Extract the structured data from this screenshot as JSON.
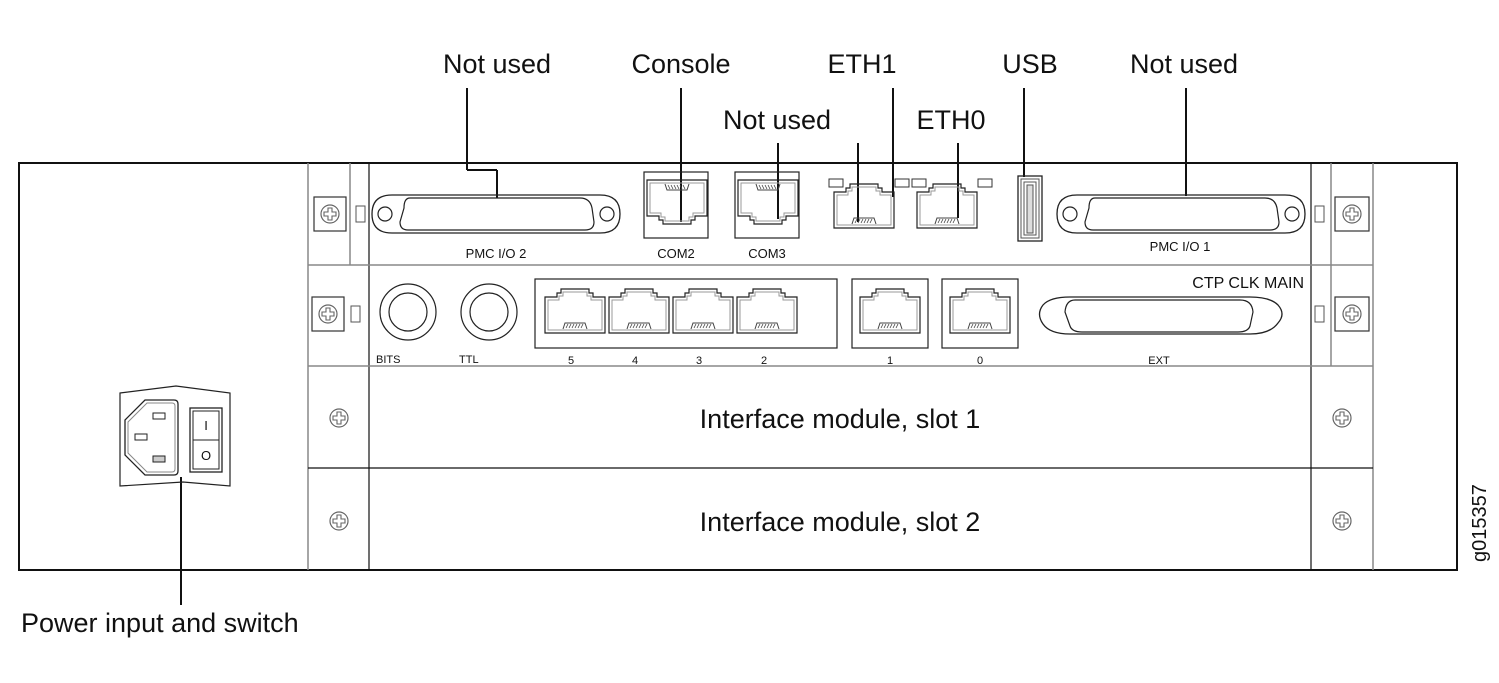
{
  "figure": {
    "id": "g015357",
    "callouts_top_row": [
      {
        "key": "pmc2",
        "label": "Not used"
      },
      {
        "key": "console",
        "label": "Console"
      },
      {
        "key": "eth1",
        "label": "ETH1"
      },
      {
        "key": "usb",
        "label": "USB"
      },
      {
        "key": "pmc1",
        "label": "Not used"
      }
    ],
    "callouts_second_row": [
      {
        "key": "com3",
        "label": "Not used"
      },
      {
        "key": "eth0",
        "label": "ETH0"
      }
    ],
    "callout_bottom": "Power input and switch"
  },
  "top_card": {
    "ports": {
      "pmc_io_2": "PMC I/O 2",
      "com2": "COM2",
      "com3": "COM3",
      "pmc_io_1": "PMC I/O 1"
    }
  },
  "clock_card": {
    "title": "CTP CLK MAIN",
    "bits": "BITS",
    "ttl": "TTL",
    "rj45_group": [
      "5",
      "4",
      "3",
      "2"
    ],
    "port_1": "1",
    "port_0": "0",
    "ext": "EXT"
  },
  "slots": [
    {
      "label": "Interface module, slot 1"
    },
    {
      "label": "Interface module, slot 2"
    }
  ],
  "power": {
    "switch_on": "I",
    "switch_off": "O"
  },
  "icons": {
    "screw": "phillips-screw-icon",
    "led": "led-indicator-icon",
    "rj45": "rj45-port-icon",
    "db_connector": "d-sub-connector-icon",
    "usb": "usb-port-icon",
    "bnc": "bnc-connector-icon",
    "iec_inlet": "iec-power-inlet-icon",
    "rocker": "rocker-switch-icon"
  }
}
